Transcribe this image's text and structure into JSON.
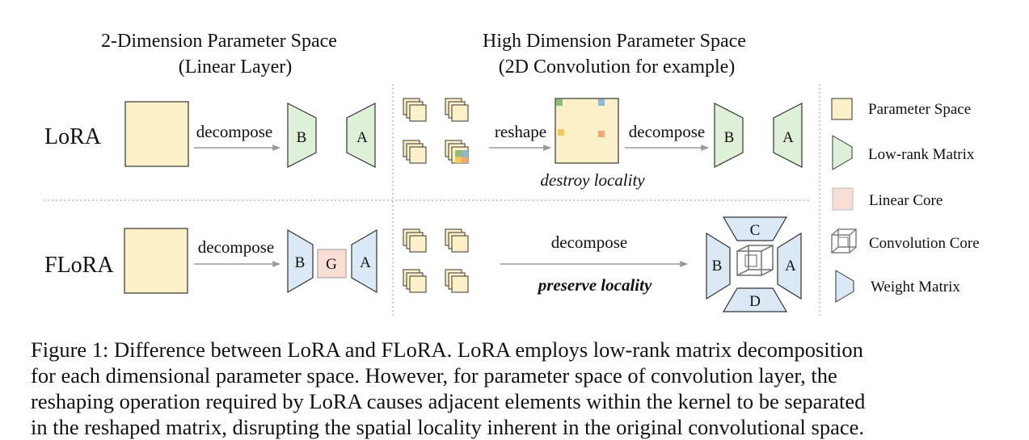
{
  "figure": {
    "left_title": {
      "line1": "2-Dimension Parameter Space",
      "line2": "(Linear Layer)"
    },
    "right_title": {
      "line1": "High Dimension Parameter Space",
      "line2": "(2D Convolution for example)"
    },
    "rows": {
      "lora": "LoRA",
      "flora": "FLoRA"
    },
    "verbs": {
      "decompose": "decompose",
      "reshape": "reshape"
    },
    "notes": {
      "destroy": "destroy locality",
      "preserve": "preserve locality"
    },
    "matrix_letters": {
      "a": "A",
      "b": "B",
      "g": "G",
      "c": "C",
      "d": "D"
    },
    "legend": {
      "parameter_space": "Parameter Space",
      "low_rank_matrix": "Low-rank Matrix",
      "linear_core": "Linear Core",
      "convolution_core": "Convolution Core",
      "weight_matrix": "Weight Matrix"
    },
    "colors": {
      "parameter_space": "#fcf0c9",
      "low_rank": "#dff0d8",
      "linear_core": "#f9ded5",
      "weight": "#dbe8f6",
      "stroke": "#333333",
      "arrow": "#999999",
      "dots": [
        "#8fba77",
        "#8fb6d8",
        "#f3c85a",
        "#f0a874"
      ]
    }
  },
  "caption": {
    "line1": "Figure 1: Difference between LoRA and FLoRA. LoRA employs low-rank matrix decomposition",
    "line2": "for each dimensional parameter space.  However, for parameter space of convolution layer, the",
    "line3": "reshaping operation required by LoRA causes adjacent elements within the kernel to be separated",
    "line4": "in the reshaped matrix, disrupting the spatial locality inherent in the original convolutional space."
  }
}
